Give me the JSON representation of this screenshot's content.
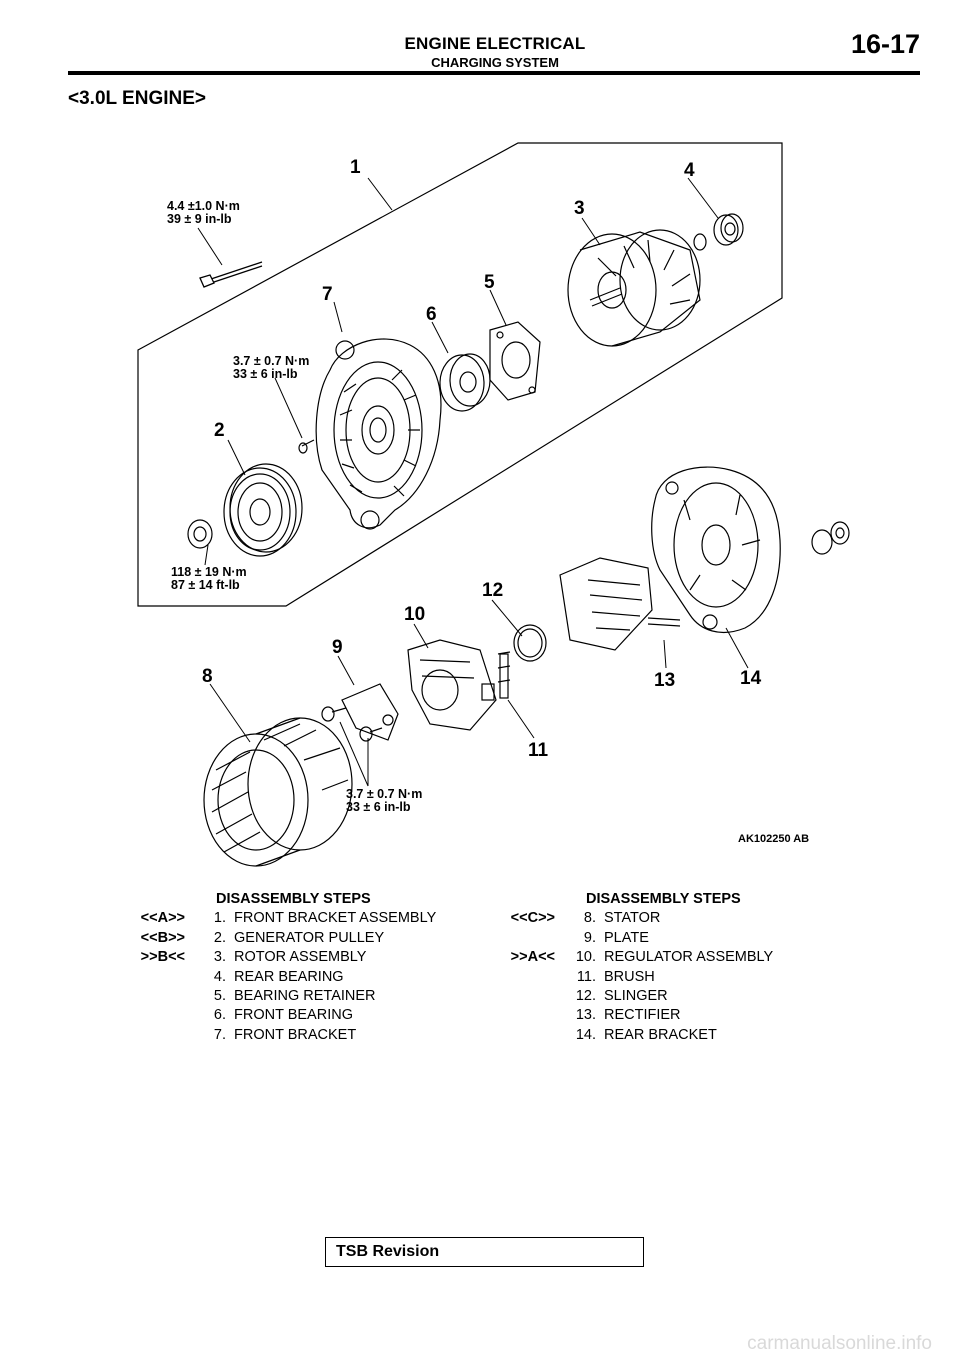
{
  "header": {
    "title": "ENGINE ELECTRICAL",
    "subtitle": "CHARGING SYSTEM",
    "page": "16-17"
  },
  "section_title": "<3.0L ENGINE>",
  "figure": {
    "callouts": [
      "1",
      "2",
      "3",
      "4",
      "5",
      "6",
      "7",
      "8",
      "9",
      "10",
      "11",
      "12",
      "13",
      "14"
    ],
    "torque": {
      "bolt_line1": "4.4 ±1.0  N·m",
      "bolt_line2": "39 ± 9 in-lb",
      "screw_line1": "3.7 ± 0.7 N·m",
      "screw_line2": "33 ± 6 in-lb",
      "nut_line1": "118 ± 19 N·m",
      "nut_line2": "87 ± 14 ft-lb",
      "plate_line1": "3.7 ± 0.7 N·m",
      "plate_line2": "33 ± 6 in-lb"
    },
    "figure_id": "AK102250 AB"
  },
  "steps_left": {
    "heading": "DISASSEMBLY STEPS",
    "items": [
      {
        "mark": "<<A>>",
        "num": "1.",
        "label": "FRONT BRACKET ASSEMBLY"
      },
      {
        "mark": "<<B>>",
        "num": "2.",
        "label": "GENERATOR PULLEY"
      },
      {
        "mark": ">>B<<",
        "num": "3.",
        "label": "ROTOR ASSEMBLY"
      },
      {
        "mark": "",
        "num": "4.",
        "label": "REAR BEARING"
      },
      {
        "mark": "",
        "num": "5.",
        "label": "BEARING RETAINER"
      },
      {
        "mark": "",
        "num": "6.",
        "label": "FRONT BEARING"
      },
      {
        "mark": "",
        "num": "7.",
        "label": "FRONT BRACKET"
      }
    ]
  },
  "steps_right": {
    "heading": "DISASSEMBLY STEPS",
    "items": [
      {
        "mark": "<<C>>",
        "num": "8.",
        "label": "STATOR"
      },
      {
        "mark": "",
        "num": "9.",
        "label": "PLATE"
      },
      {
        "mark": ">>A<<",
        "num": "10.",
        "label": "REGULATOR ASSEMBLY"
      },
      {
        "mark": "",
        "num": "11.",
        "label": "BRUSH"
      },
      {
        "mark": "",
        "num": "12.",
        "label": "SLINGER"
      },
      {
        "mark": "",
        "num": "13.",
        "label": "RECTIFIER"
      },
      {
        "mark": "",
        "num": "14.",
        "label": "REAR BRACKET"
      }
    ]
  },
  "footer": {
    "tsb_label": "TSB Revision"
  },
  "watermark": "carmanualsonline.info"
}
